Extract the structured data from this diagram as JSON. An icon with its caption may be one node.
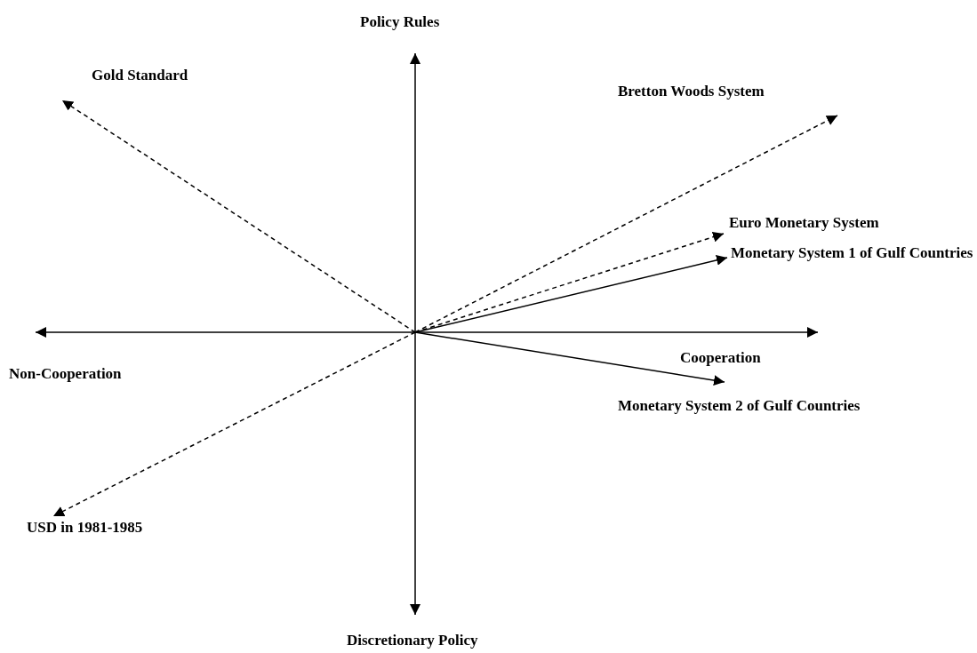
{
  "diagram": {
    "nodes": [
      {
        "text": [
          "Gold Standard"
        ]
      },
      {
        "text": [
          "Bretton Woods System"
        ]
      },
      {
        "text": [
          "Euro Monetary System"
        ]
      },
      {
        "text": [
          "Monetary System 1 of Gulf Countries"
        ]
      },
      {
        "text": [
          "Monetary System 2 of Gulf Countries"
        ]
      },
      {
        "text": [
          "USD in 1981-1985"
        ]
      }
    ],
    "edges": [
      {
        "from": null,
        "to": 0,
        "arrow": "to",
        "style": "dashed"
      },
      {
        "from": null,
        "to": 1,
        "arrow": "to",
        "style": "dashed"
      },
      {
        "from": null,
        "to": 2,
        "arrow": "to",
        "style": "dashed"
      },
      {
        "from": null,
        "to": 3,
        "arrow": "to"
      },
      {
        "from": null,
        "to": 4,
        "arrow": "to"
      },
      {
        "from": null,
        "to": 5,
        "arrow": "to",
        "style": "dashed"
      }
    ],
    "labels": [
      "Policy Rules",
      "Non-Cooperation",
      "Cooperation",
      "Discretionary Policy"
    ]
  }
}
